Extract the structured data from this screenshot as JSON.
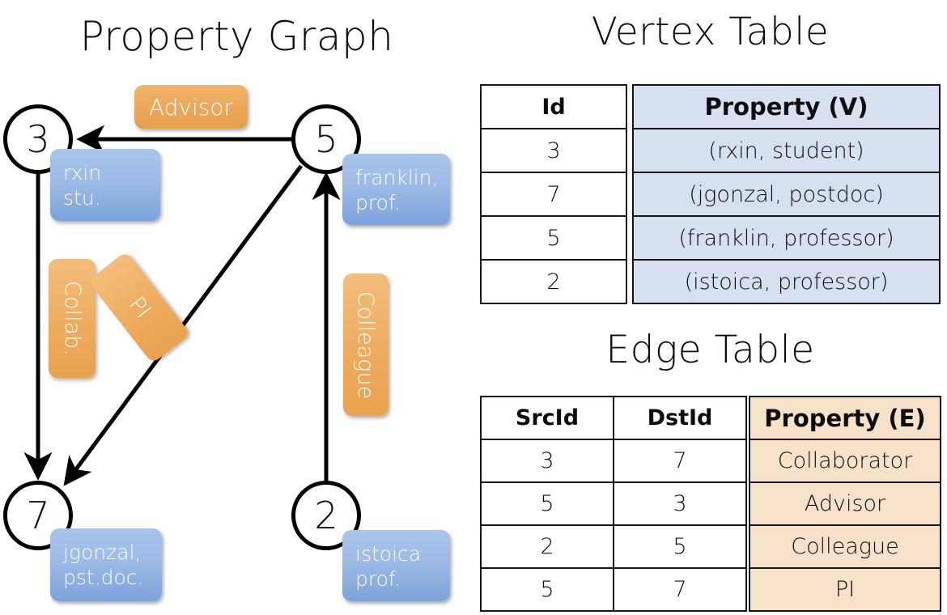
{
  "titles": {
    "property_graph": "Property Graph",
    "vertex_table": "Vertex Table",
    "edge_table": "Edge Table"
  },
  "graph": {
    "nodes": [
      {
        "id": "3",
        "label": "3",
        "property": "rxin\nstu."
      },
      {
        "id": "5",
        "label": "5",
        "property": "franklin,\nprof."
      },
      {
        "id": "7",
        "label": "7",
        "property": "jgonzal,\npst.doc."
      },
      {
        "id": "2",
        "label": "2",
        "property": "istoica\nprof."
      }
    ],
    "edge_labels": {
      "advisor": "Advisor",
      "collab": "Collab.",
      "pi": "PI",
      "colleague": "Colleague"
    },
    "edges": [
      {
        "from": "5",
        "to": "3",
        "label": "Advisor"
      },
      {
        "from": "3",
        "to": "7",
        "label": "Collab."
      },
      {
        "from": "5",
        "to": "7",
        "label": "PI"
      },
      {
        "from": "2",
        "to": "5",
        "label": "Colleague"
      }
    ]
  },
  "vertex_table": {
    "headers": [
      "Id",
      "Property (V)"
    ],
    "rows": [
      [
        "3",
        "(rxin, student)"
      ],
      [
        "7",
        "(jgonzal, postdoc)"
      ],
      [
        "5",
        "(franklin, professor)"
      ],
      [
        "2",
        "(istoica, professor)"
      ]
    ]
  },
  "edge_table": {
    "headers": [
      "SrcId",
      "DstId",
      "Property (E)"
    ],
    "rows": [
      [
        "3",
        "7",
        "Collaborator"
      ],
      [
        "5",
        "3",
        "Advisor"
      ],
      [
        "2",
        "5",
        "Colleague"
      ],
      [
        "5",
        "7",
        "PI"
      ]
    ]
  },
  "colors": {
    "vertex_property_fill": "#d7e0f1",
    "edge_property_fill": "#f8e1c9",
    "node_box_blue": "#9cbbe6",
    "edge_label_orange": "#eeac5c",
    "stroke": "#161616"
  }
}
